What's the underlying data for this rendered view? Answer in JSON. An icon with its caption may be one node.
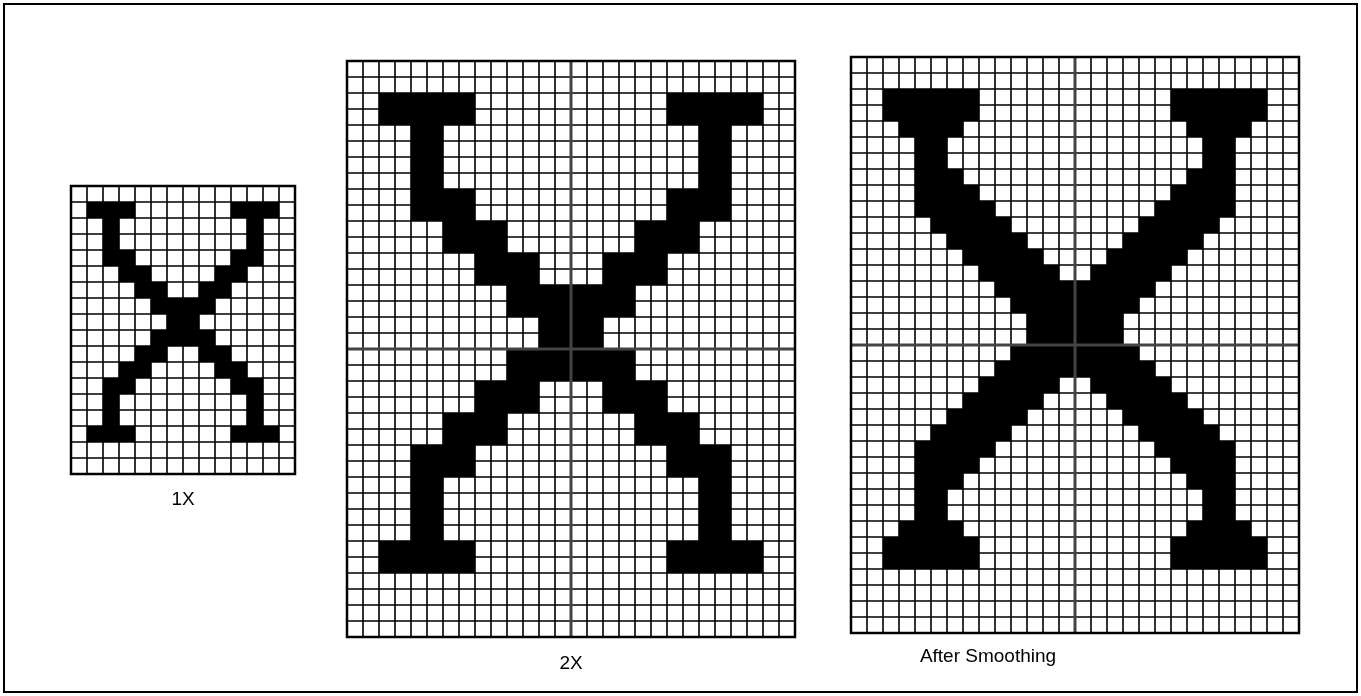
{
  "diagram": {
    "labels": [
      "1X",
      "2X",
      "After Smoothing"
    ]
  }
}
